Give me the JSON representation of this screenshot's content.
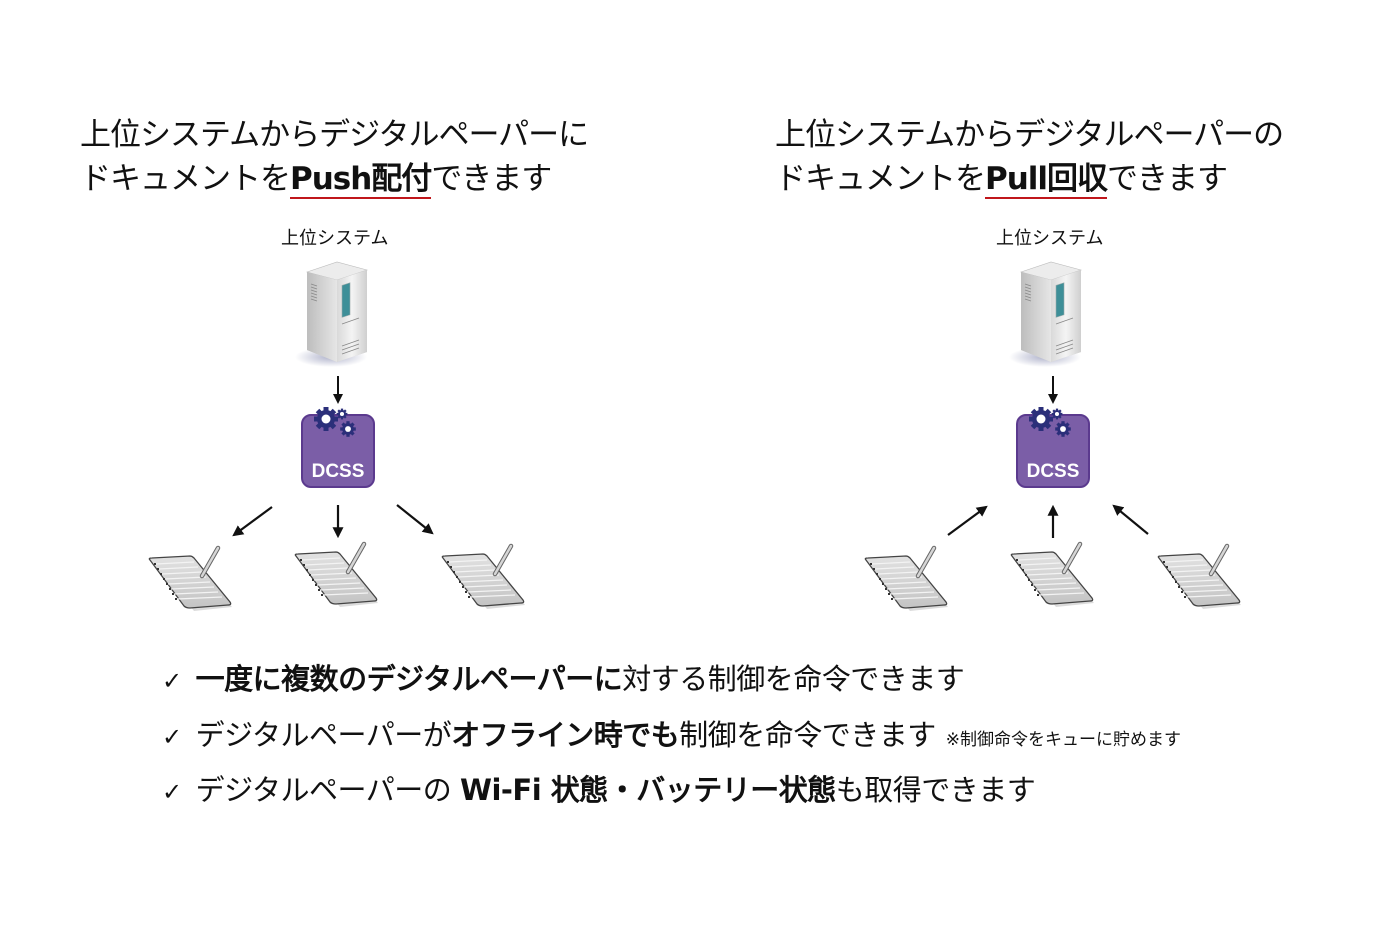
{
  "panels": [
    {
      "headline_line1": "上位システムからデジタルペーパーに",
      "headline_line2_pre": "ドキュメントを",
      "headline_line2_strong": "Push配付",
      "headline_line2_post": "できます",
      "system_label": "上位システム",
      "hub_label": "DCSS",
      "flow_direction": "push",
      "device_count": 3
    },
    {
      "headline_line1": "上位システムからデジタルペーパーの",
      "headline_line2_pre": "ドキュメントを",
      "headline_line2_strong": "Pull回収",
      "headline_line2_post": "できます",
      "system_label": "上位システム",
      "hub_label": "DCSS",
      "flow_direction": "pull",
      "device_count": 3
    }
  ],
  "bullets": [
    {
      "check": "✓",
      "strong1": "一度に複数のデジタルペーパーに",
      "text1": "対する制御を命令できます"
    },
    {
      "check": "✓",
      "text0": "デジタルペーパーが",
      "strong1": "オフライン時でも",
      "text1": "制御を命令できます",
      "note": "※制御命令をキューに貯めます"
    },
    {
      "check": "✓",
      "text0": "デジタルペーパーの ",
      "strong1": "Wi-Fi 状態・バッテリー状態",
      "text1": "も取得できます"
    }
  ],
  "colors": {
    "hub_fill": "#7b5ea7",
    "hub_border": "#5b3a8e",
    "gear": "#2b2f7a",
    "underline": "#c0161b",
    "server_screen": "#3e8f98"
  }
}
